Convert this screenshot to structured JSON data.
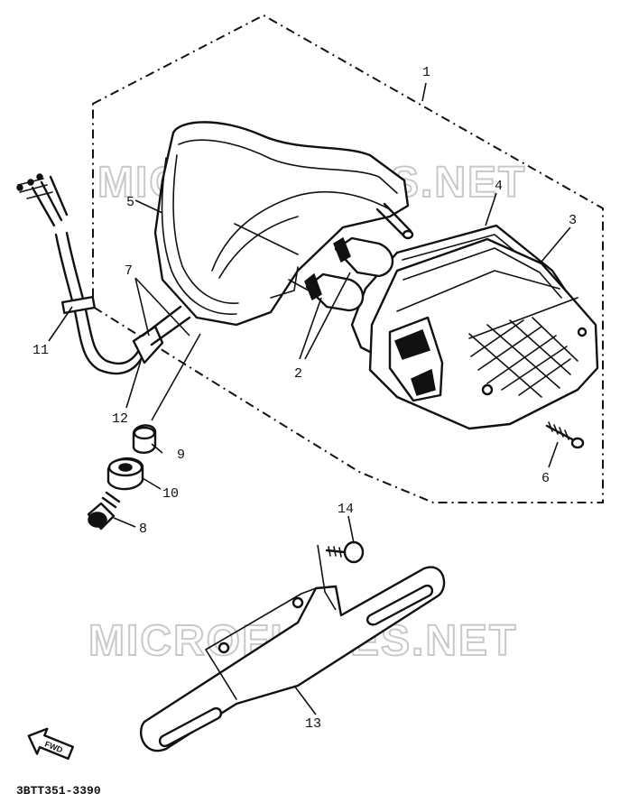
{
  "watermark": "MICROFICHES.NET",
  "diagram_code": "3BTT351-3390",
  "direction_marker": "FWD",
  "callouts": {
    "c1": "1",
    "c2": "2",
    "c3": "3",
    "c4": "4",
    "c5": "5",
    "c6": "6",
    "c7": "7",
    "c8": "8",
    "c9": "9",
    "c10": "10",
    "c11": "11",
    "c12": "12",
    "c13": "13",
    "c14": "14"
  }
}
